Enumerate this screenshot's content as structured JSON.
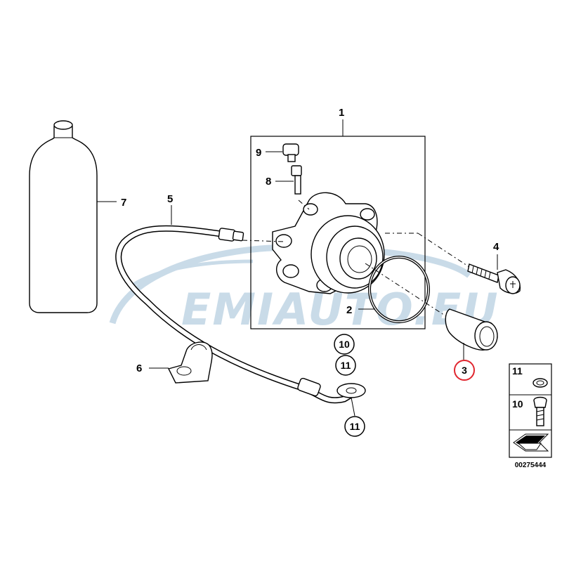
{
  "watermark": {
    "text": "EMIAUTO.EU",
    "color": "#c9dbe8"
  },
  "callouts": {
    "p1": "1",
    "p2": "2",
    "p3": "3",
    "p4": "4",
    "p5": "5",
    "p6": "6",
    "p7": "7",
    "p8": "8",
    "p9": "9",
    "c10": "10",
    "c11a": "11",
    "c11b": "11"
  },
  "highlight": {
    "part": "3",
    "color": "#e0262f"
  },
  "legend": {
    "item_top": "11",
    "item_bottom": "10"
  },
  "diagram_code": "00275444"
}
